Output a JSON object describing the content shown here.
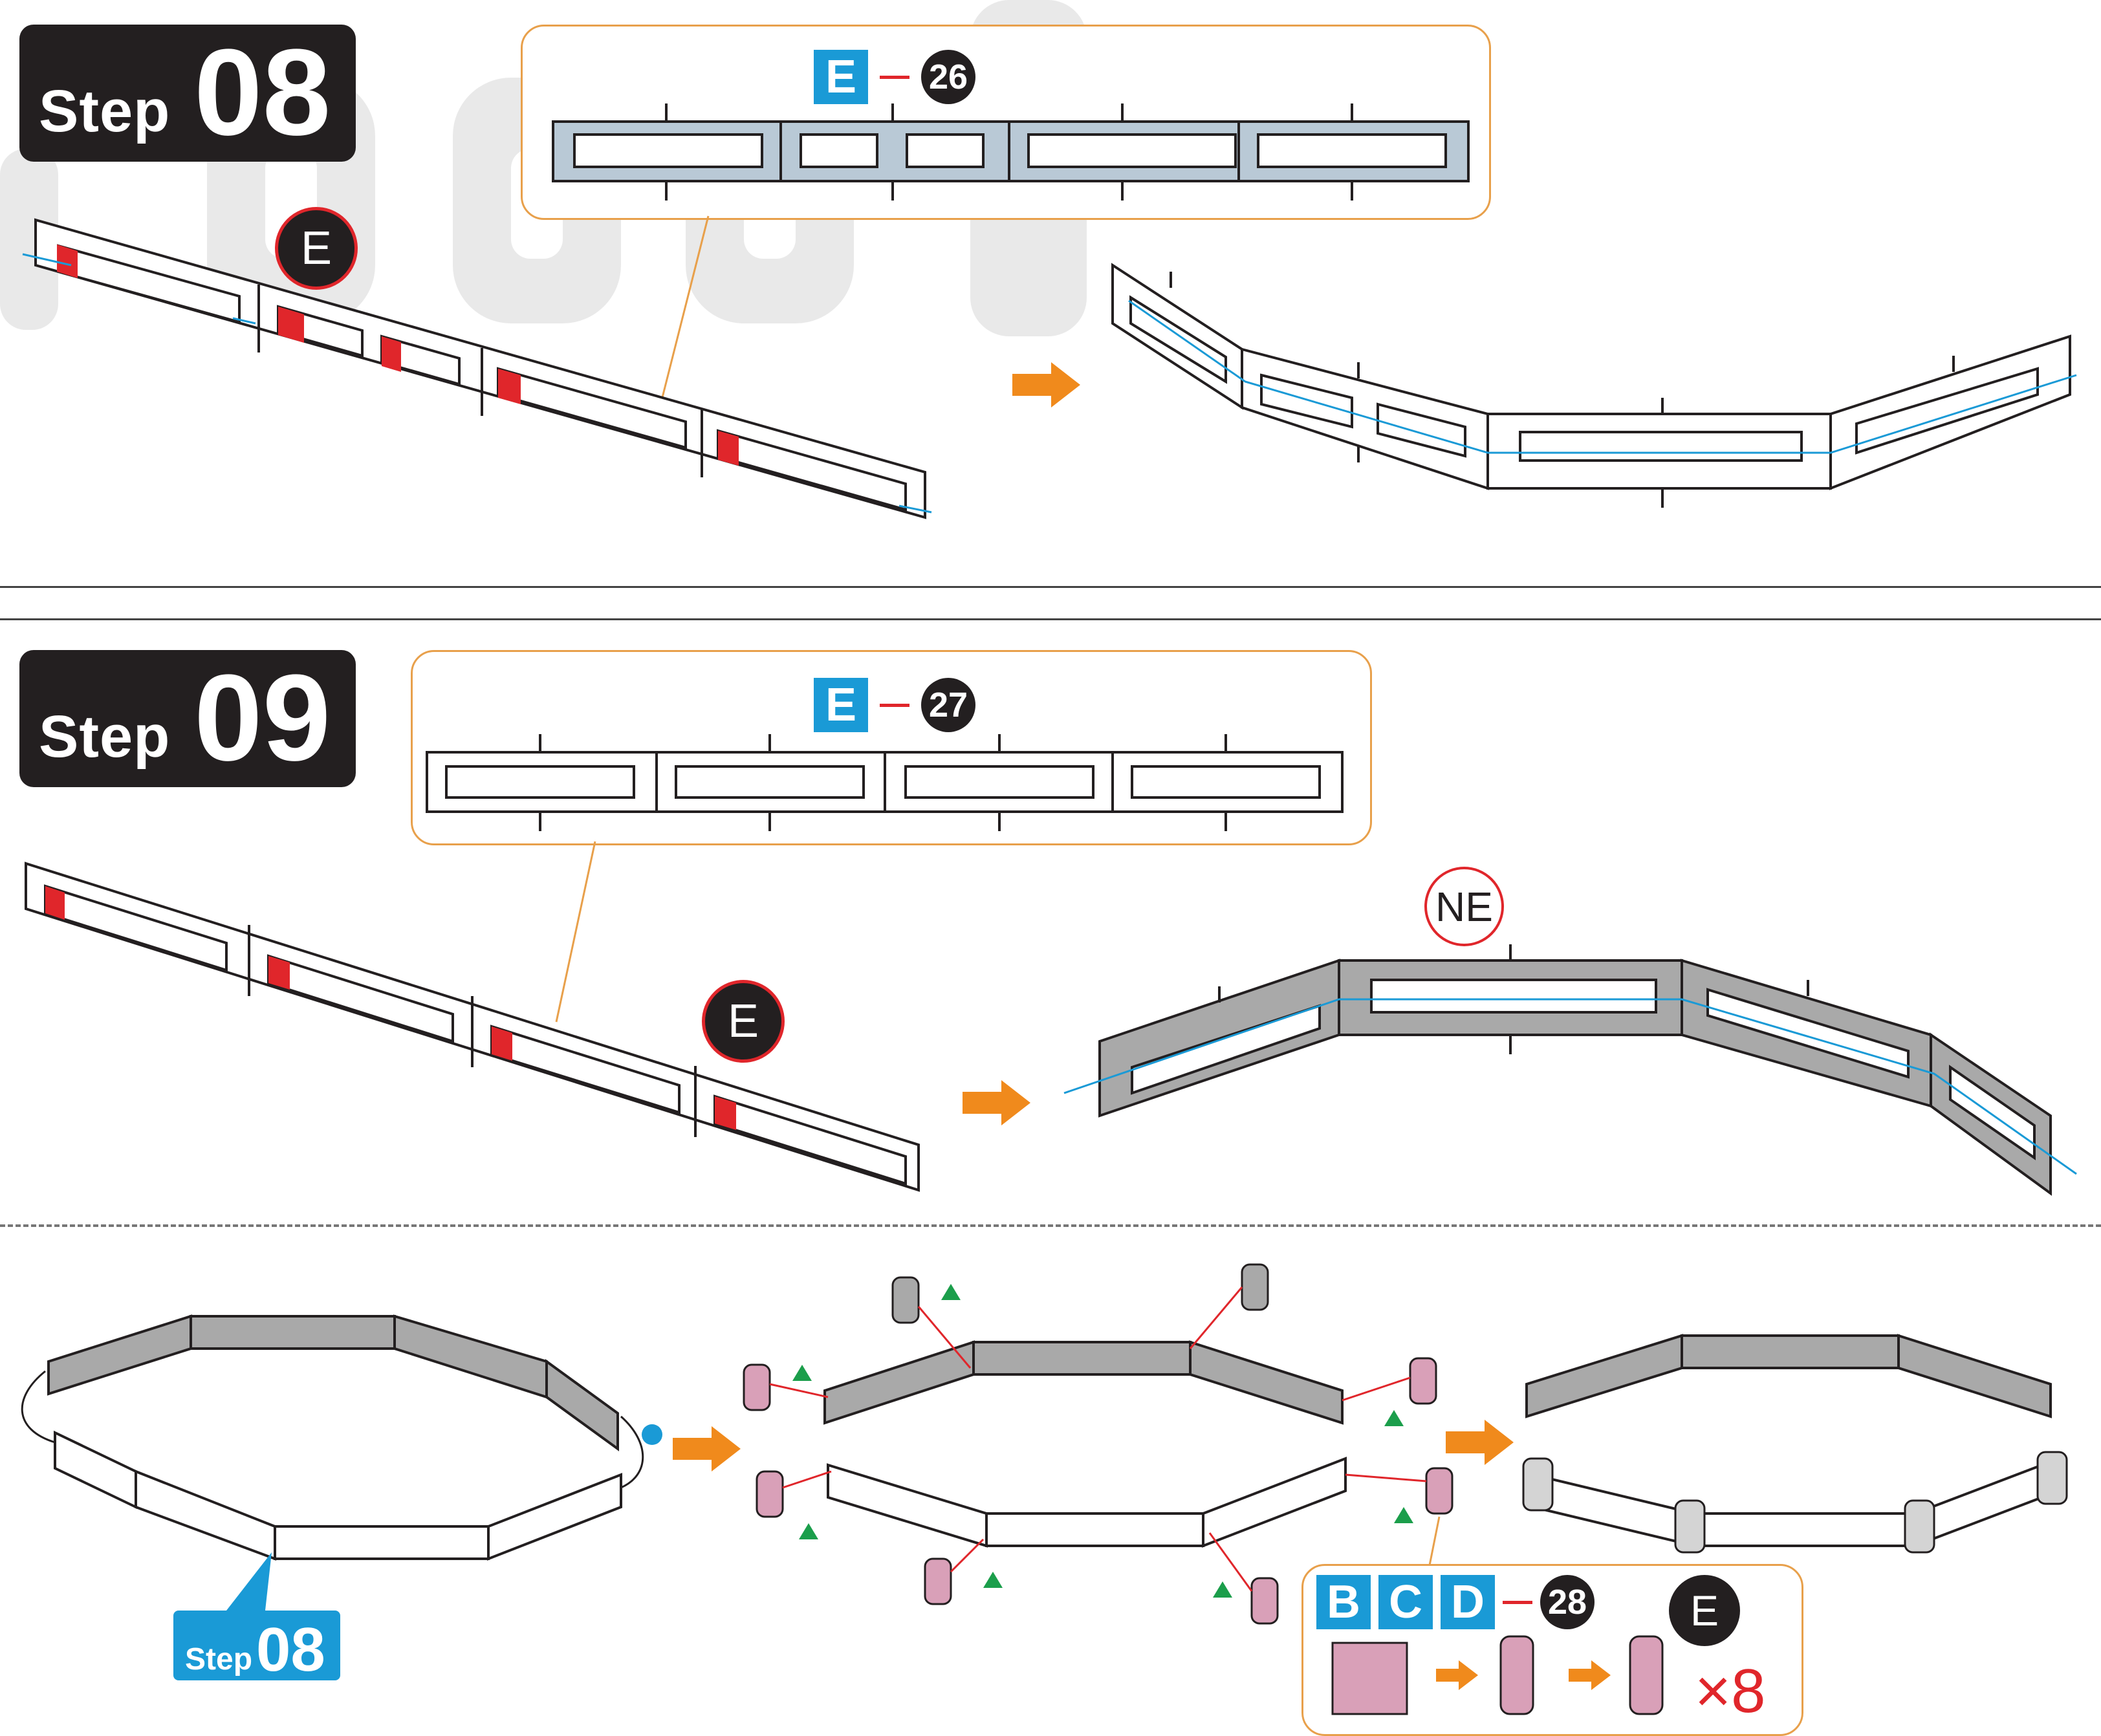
{
  "step08": {
    "word": "Step",
    "number": "08"
  },
  "step09": {
    "word": "Step",
    "number": "09"
  },
  "callout08": {
    "part_letter": "E",
    "part_number": "26"
  },
  "callout09": {
    "part_letter": "E",
    "part_number": "27"
  },
  "bubble_e": "E",
  "bubble_ne": "NE",
  "ref_badge": {
    "word": "Step",
    "number": "08"
  },
  "parts_box": {
    "letters": [
      "B",
      "C",
      "D"
    ],
    "part_number": "28",
    "bubble": "E",
    "multiplier": "×8"
  },
  "colors": {
    "badge": "#231f20",
    "blue": "#1a9ad6",
    "orange": "#f08a1c",
    "callout_border": "#e8a04b",
    "red": "#e0262b",
    "pink": "#d9a0b8",
    "gray_panel": "#a9a9a9",
    "green": "#1b9e4b"
  }
}
